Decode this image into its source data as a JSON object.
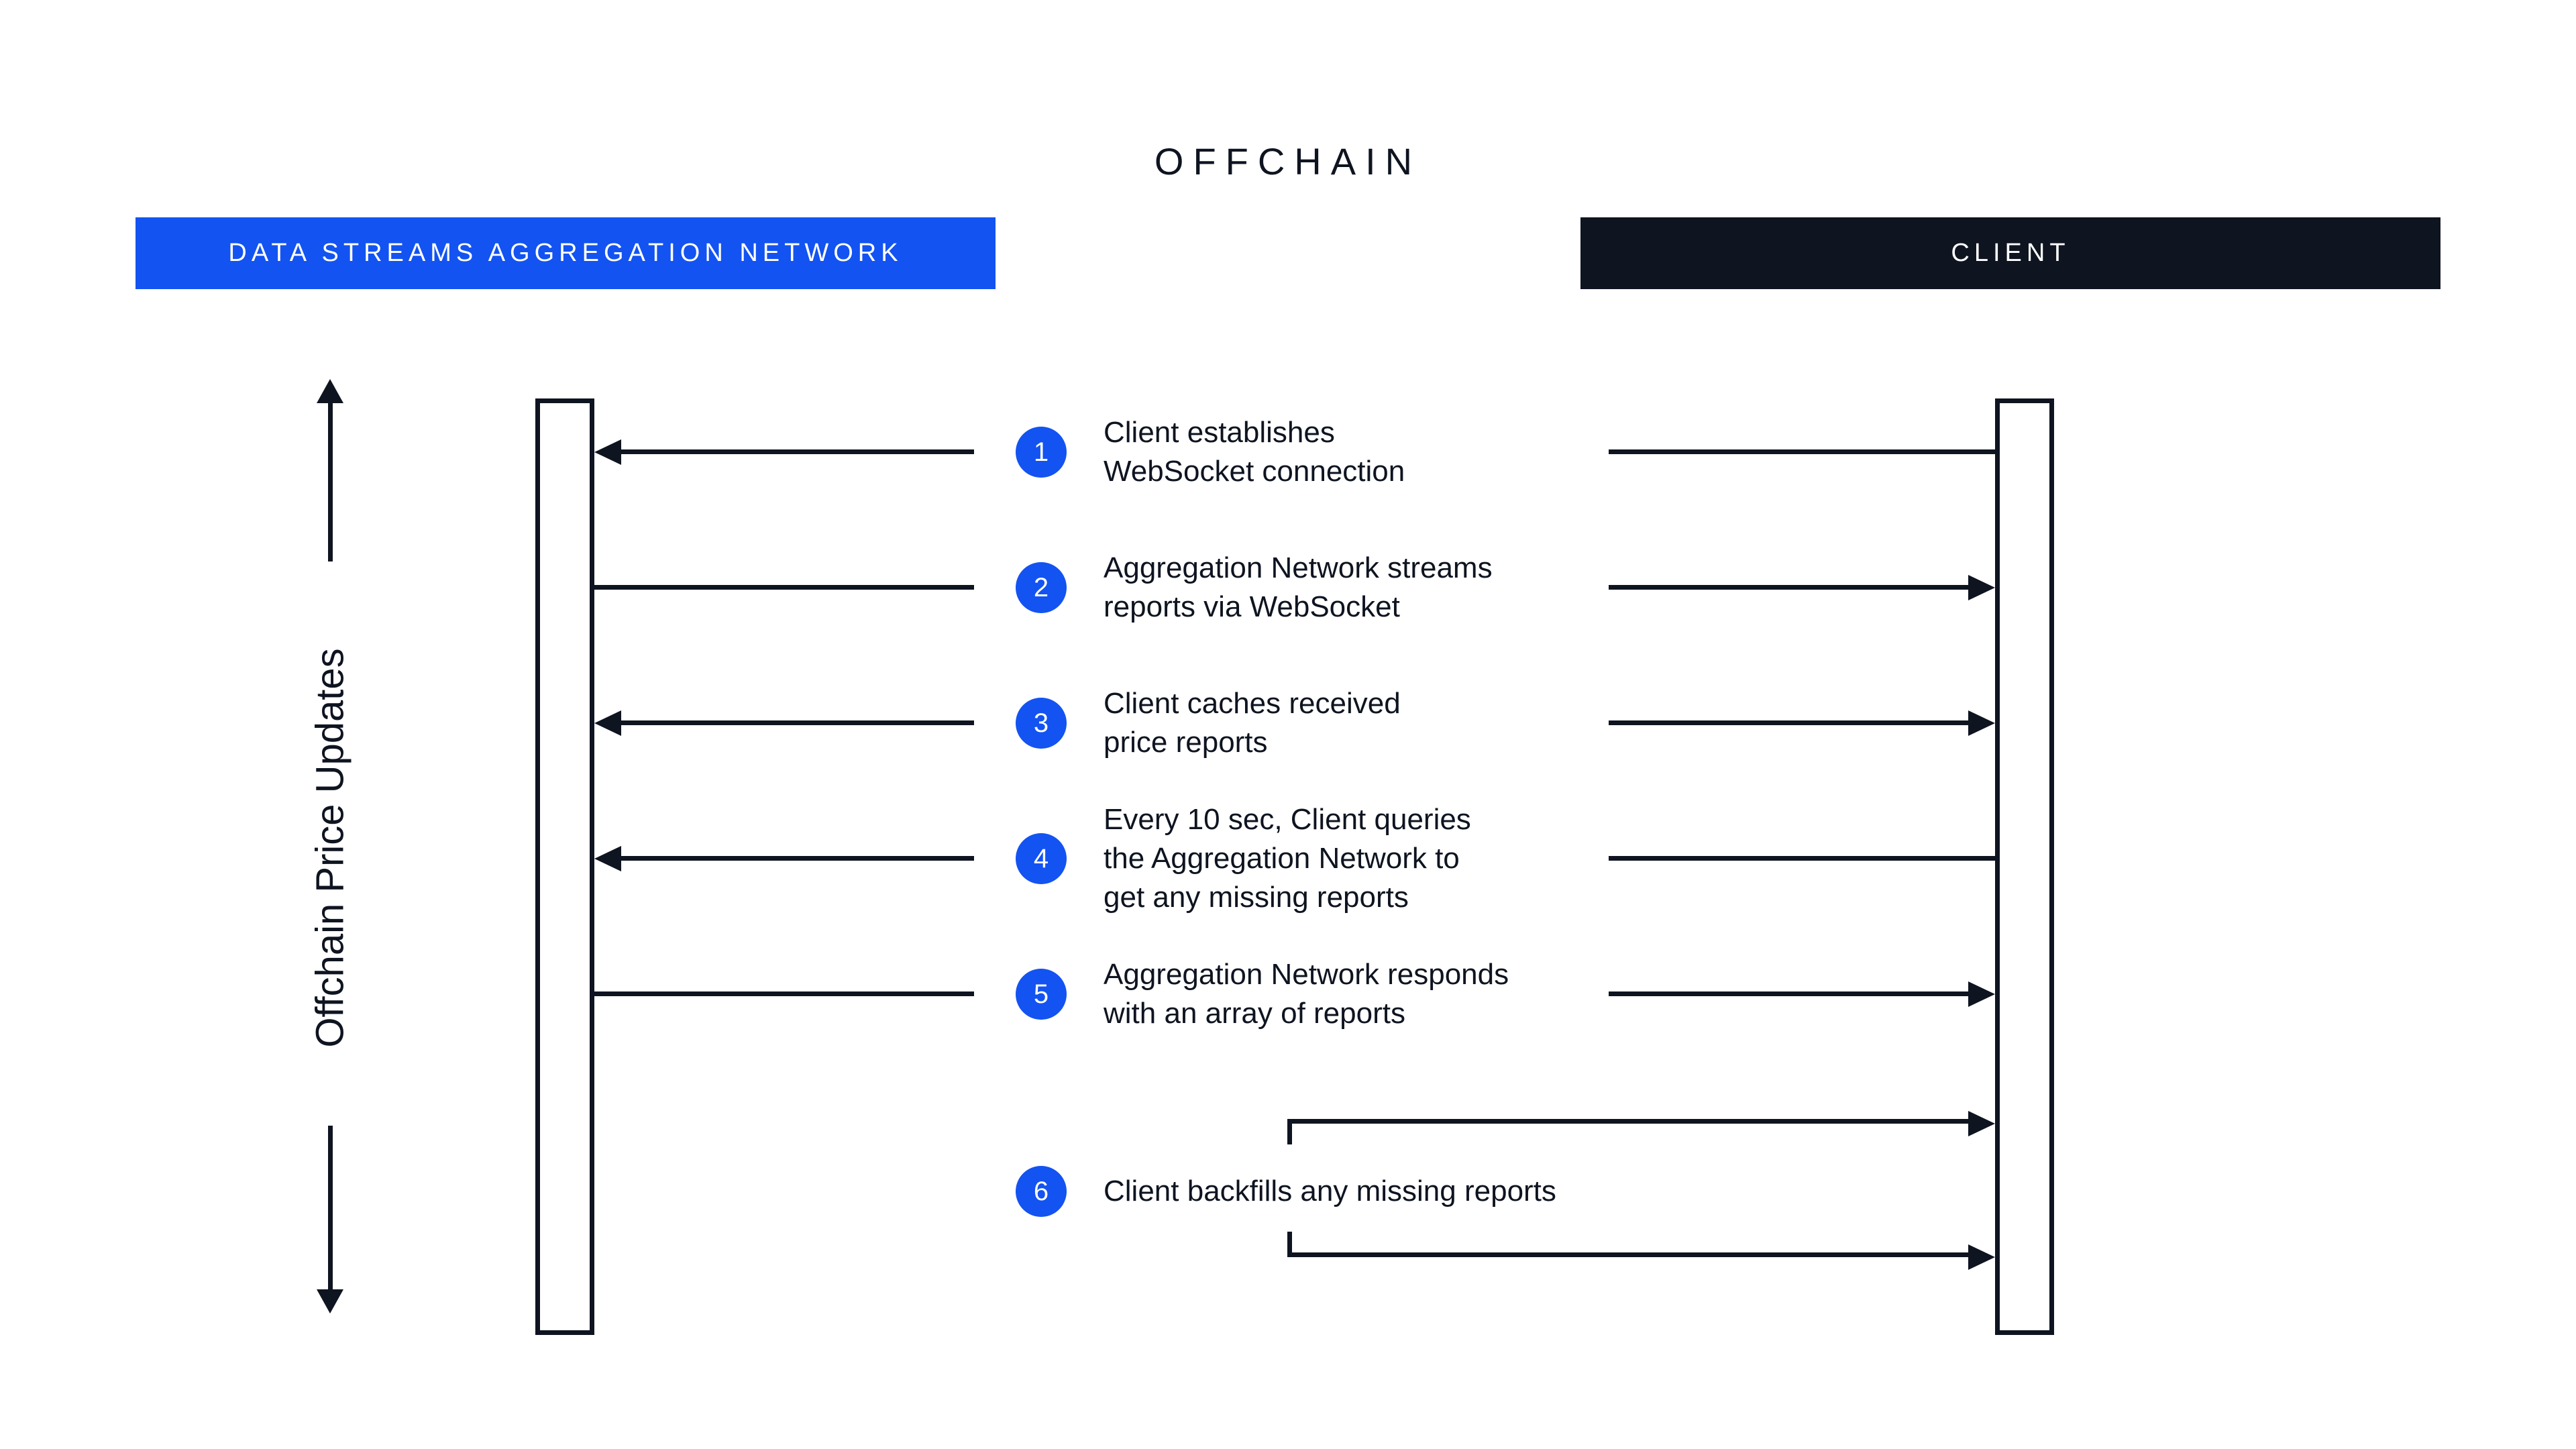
{
  "title": "OFFCHAIN",
  "lanes": {
    "network_label": "DATA STREAMS AGGREGATION NETWORK",
    "client_label": "CLIENT"
  },
  "axis_label": "Offchain Price Updates",
  "colors": {
    "accent_blue": "#1353f1",
    "dark_navy": "#0e1420",
    "background": "#ffffff"
  },
  "steps": [
    {
      "num": "1",
      "text": "Client establishes\nWebSocket connection",
      "direction": "client-to-network"
    },
    {
      "num": "2",
      "text": "Aggregation Network streams\nreports via WebSocket",
      "direction": "network-to-client"
    },
    {
      "num": "3",
      "text": "Client caches received\nprice reports",
      "direction": "both"
    },
    {
      "num": "4",
      "text": "Every 10 sec, Client queries\nthe Aggregation Network to\nget any missing reports",
      "direction": "client-to-network"
    },
    {
      "num": "5",
      "text": "Aggregation Network responds\nwith an array of reports",
      "direction": "network-to-client"
    },
    {
      "num": "6",
      "text": "Client backfills any missing reports",
      "direction": "client-internal"
    }
  ]
}
